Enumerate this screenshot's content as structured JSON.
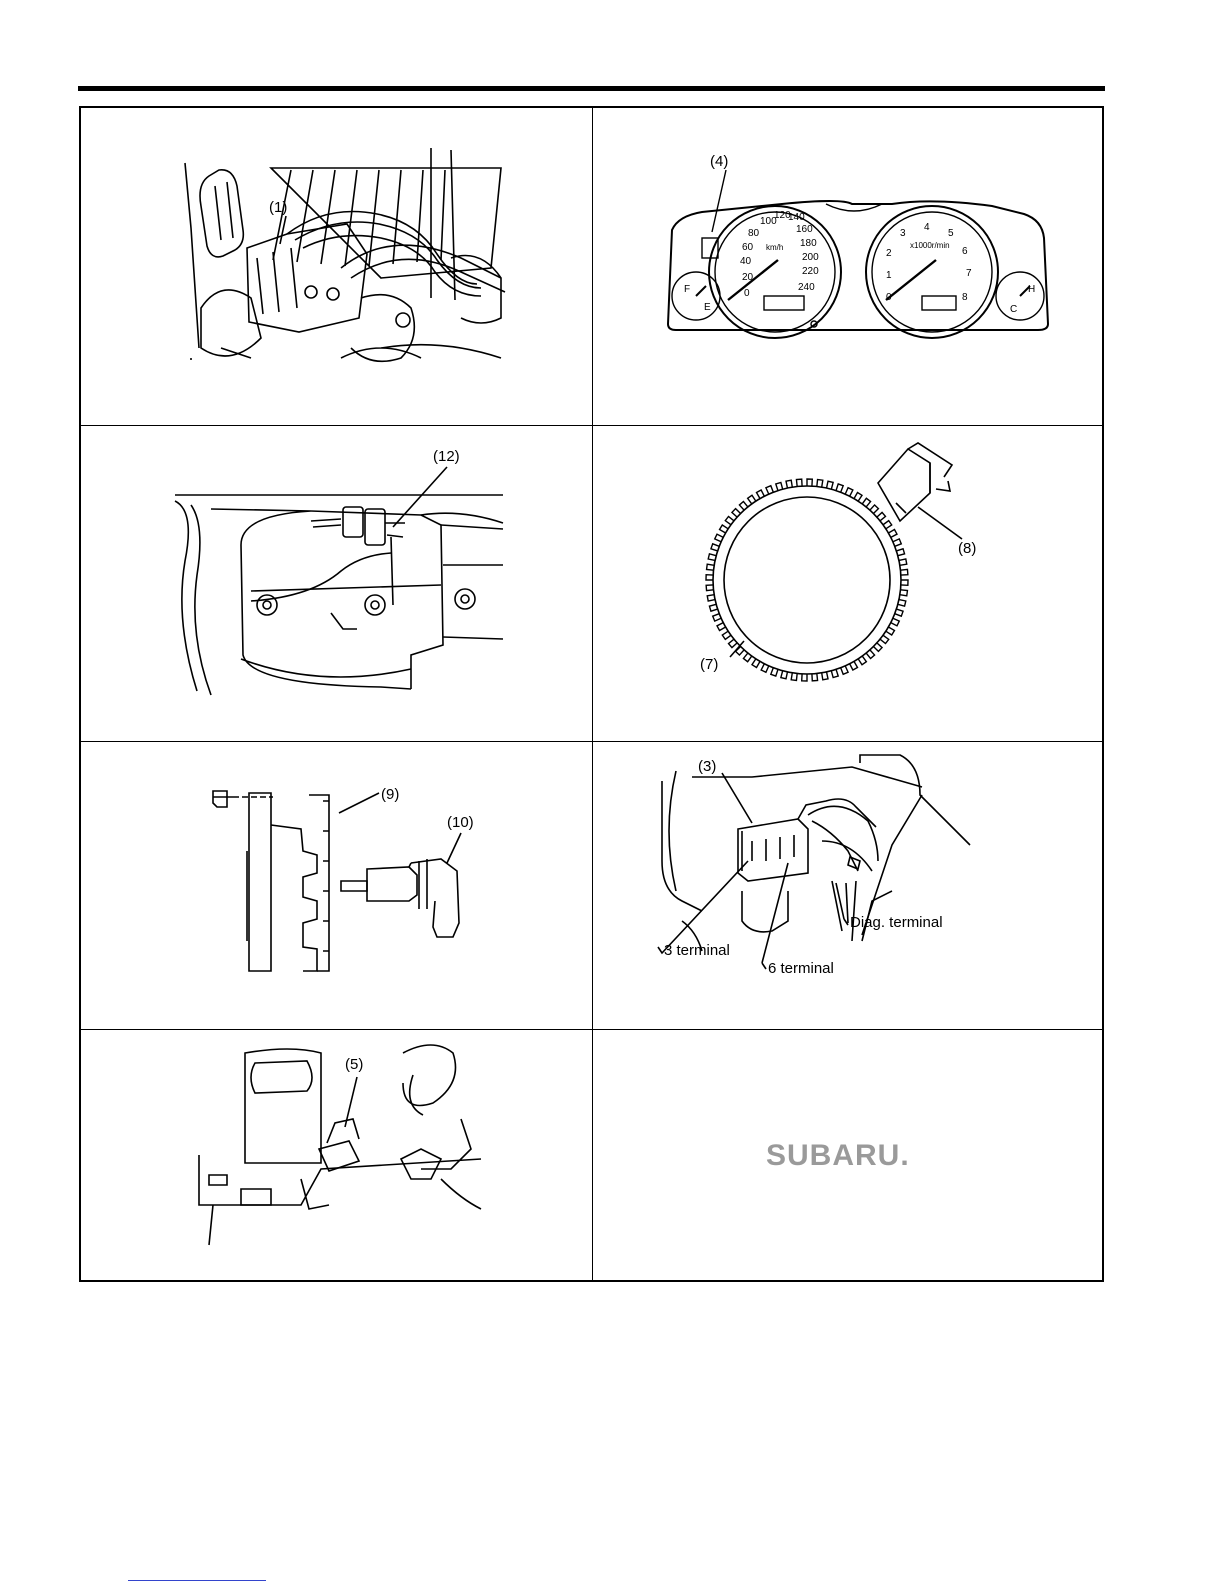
{
  "figures": [
    {
      "id": "fig-1",
      "labels": [
        "(1)"
      ]
    },
    {
      "id": "fig-2",
      "labels": [
        "(4)"
      ],
      "gauge": {
        "speed_ticks": [
          "0",
          "20",
          "40",
          "60",
          "80",
          "100",
          "120",
          "140",
          "160",
          "180",
          "200",
          "220",
          "240"
        ],
        "speed_unit": "km/h",
        "rpm_ticks": [
          "0",
          "1",
          "2",
          "3",
          "4",
          "5",
          "6",
          "7",
          "8"
        ],
        "rpm_unit": "x1000r/min",
        "fuel": [
          "F",
          "E"
        ],
        "temp": [
          "H",
          "C"
        ]
      }
    },
    {
      "id": "fig-3",
      "labels": [
        "(12)"
      ]
    },
    {
      "id": "fig-4",
      "labels": [
        "(8)",
        "(7)"
      ]
    },
    {
      "id": "fig-5",
      "labels": [
        "(9)",
        "(10)"
      ]
    },
    {
      "id": "fig-6",
      "labels": [
        "(3)",
        "3 terminal",
        "6 terminal",
        "Diag. terminal"
      ]
    },
    {
      "id": "fig-7",
      "labels": [
        "(5)"
      ]
    }
  ],
  "logo": {
    "text": "SUBARU."
  }
}
